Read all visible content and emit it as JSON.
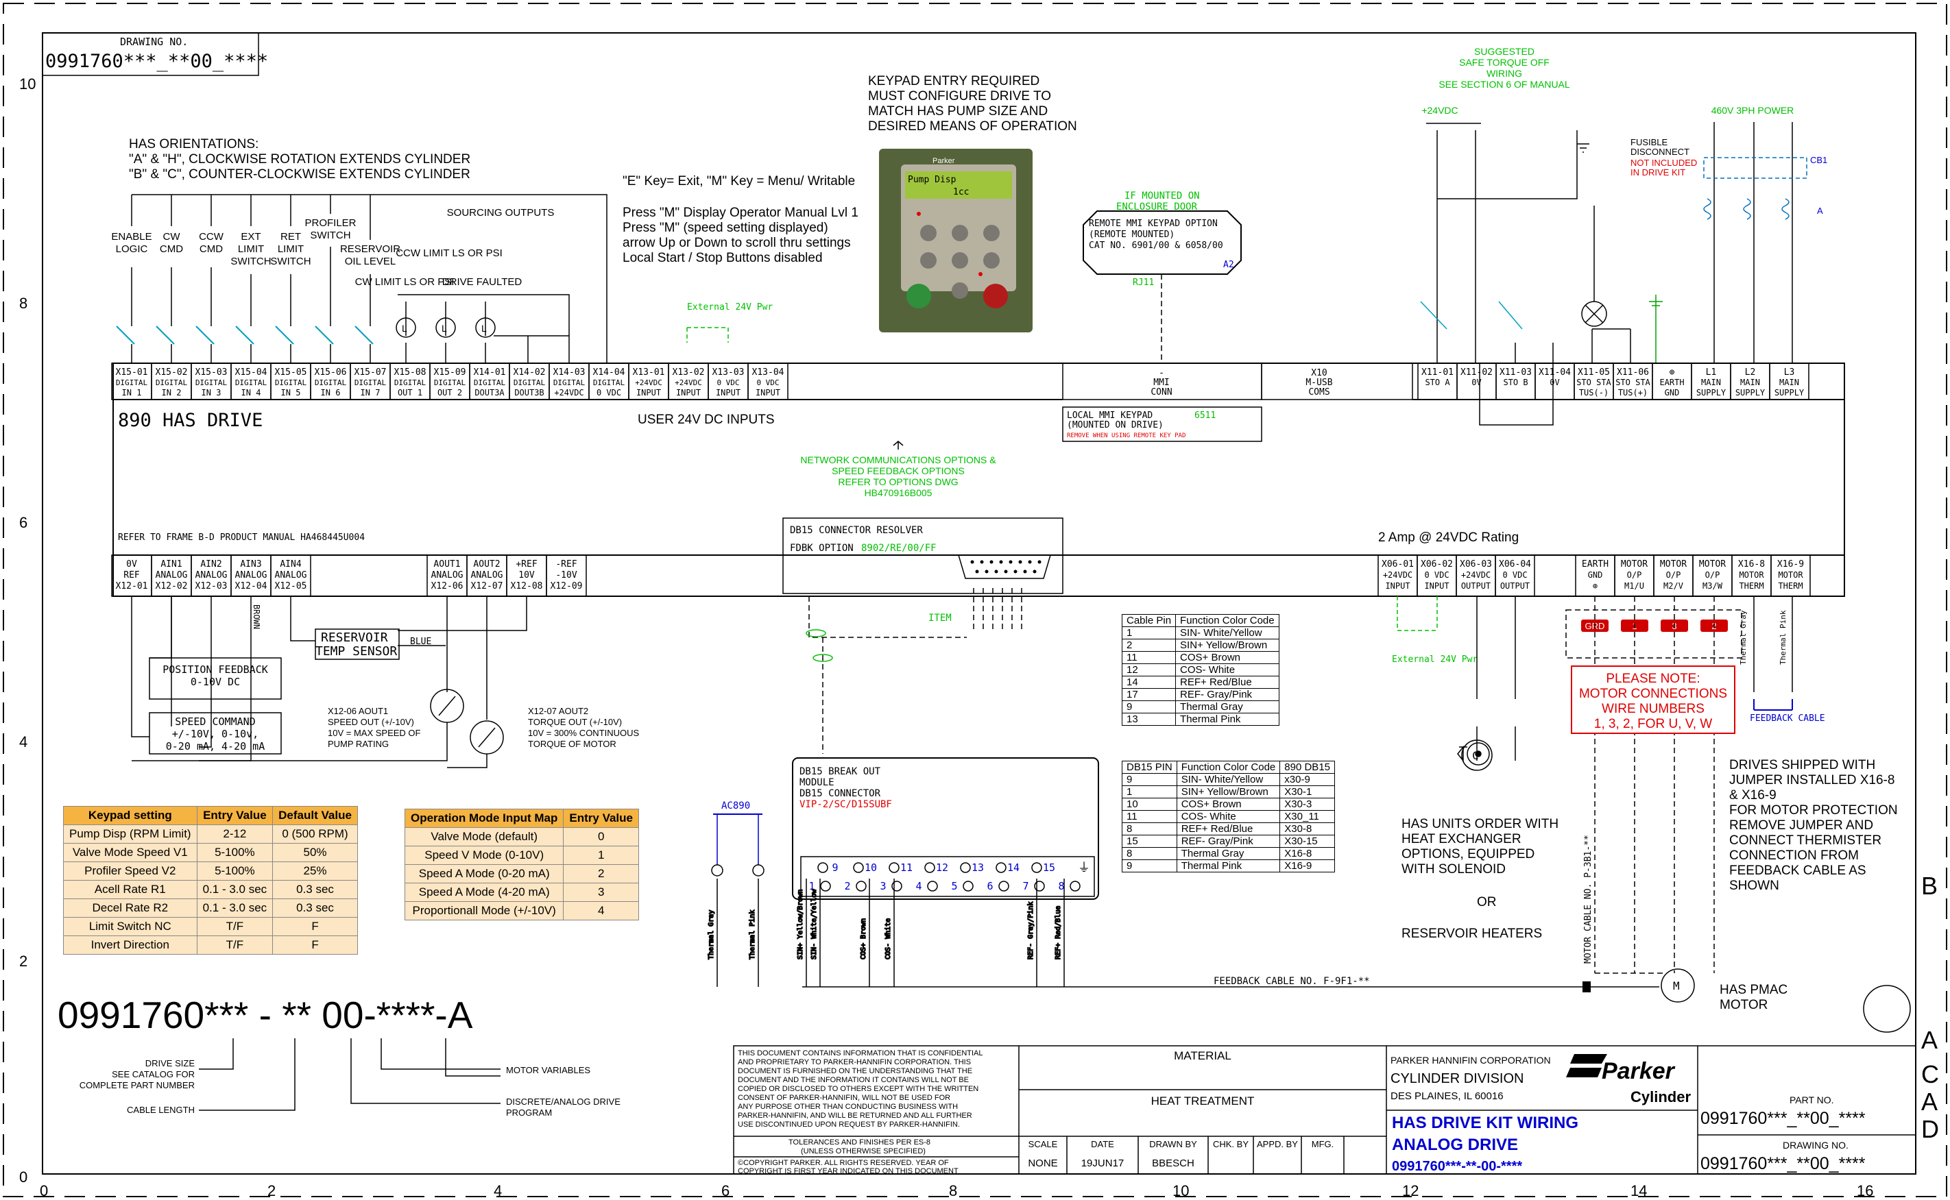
{
  "drawing_no_label": "DRAWING NO.",
  "drawing_no": "0991760***_**00_****",
  "grid_top": [
    "10",
    "8",
    "6",
    "4",
    "2",
    "0"
  ],
  "grid_bottom": [
    "0",
    "2",
    "4",
    "6",
    "8",
    "10",
    "12",
    "14",
    "16"
  ],
  "grid_right": [
    "B",
    "A",
    "C",
    "A",
    "D"
  ],
  "orientations": {
    "title": "HAS ORIENTATIONS:",
    "line1": "\"A\" & \"H\", CLOCKWISE ROTATION EXTENDS CYLINDER",
    "line2": "\"B\" & \"C\", COUNTER-CLOCKWISE EXTENDS CYLINDER"
  },
  "inputs_labels": [
    {
      "l1": "ENABLE",
      "l2": "LOGIC"
    },
    {
      "l1": "CW",
      "l2": "CMD"
    },
    {
      "l1": "CCW",
      "l2": "CMD"
    },
    {
      "l1": "EXT",
      "l2": "LIMIT",
      "l3": "SWITCH"
    },
    {
      "l1": "RET",
      "l2": "LIMIT",
      "l3": "SWITCH"
    },
    {
      "l1": "PROFILER",
      "l2": "SWITCH"
    },
    {
      "l1": "RESERVOIR",
      "l2": "OIL LEVEL"
    }
  ],
  "sourcing_outputs": "SOURCING OUTPUTS",
  "cw_limit": "CW LIMIT LS OR PSI",
  "ccw_limit": "CCW LIMIT LS OR PSI",
  "drive_faulted": "DRIVE FAULTED",
  "keypad_entry": {
    "l1": "KEYPAD ENTRY REQUIRED",
    "l2": "MUST CONFIGURE DRIVE TO",
    "l3": "MATCH HAS PUMP SIZE AND",
    "l4": "DESIRED MEANS OF OPERATION"
  },
  "keys_note": "\"E\" Key= Exit, \"M\" Key = Menu/ Writable",
  "press_notes": {
    "l1": "Press \"M\" Display Operator Manual Lvl 1",
    "l2": "Press \"M\"  (speed setting displayed)",
    "l3": "arrow Up or Down to scroll thru settings",
    "l4": "Local Start / Stop Buttons disabled"
  },
  "keypad_photo": {
    "brand": "Parker",
    "line1": "Pump Disp",
    "line2": "1cc"
  },
  "external_24v": "External 24V Pwr",
  "remote_mmi": {
    "heading1": "IF MOUNTED ON",
    "heading2": "ENCLOSURE DOOR",
    "l1": "REMOTE MMI KEYPAD OPTION",
    "l2": "(REMOTE MOUNTED)",
    "l3": "CAT NO. 6901/00 & 6058/00",
    "tag": "A2",
    "rj": "RJ11"
  },
  "suggested": {
    "l1": "SUGGESTED",
    "l2": "SAFE TORQUE OFF",
    "l3": "WIRING",
    "l4": "SEE SECTION 6 OF MANUAL"
  },
  "plus24": "+24VDC",
  "power": "460V 3PH POWER",
  "fusible": {
    "l1": "FUSIBLE",
    "l2": "DISCONNECT",
    "l3": "NOT INCLUDED",
    "l4": "IN DRIVE KIT",
    "cb": "CB1",
    "a": "A"
  },
  "top_terminals": [
    {
      "t": "X15-01",
      "a": "DIGITAL",
      "b": "IN 1"
    },
    {
      "t": "X15-02",
      "a": "DIGITAL",
      "b": "IN 2"
    },
    {
      "t": "X15-03",
      "a": "DIGITAL",
      "b": "IN 3"
    },
    {
      "t": "X15-04",
      "a": "DIGITAL",
      "b": "IN 4"
    },
    {
      "t": "X15-05",
      "a": "DIGITAL",
      "b": "IN 5"
    },
    {
      "t": "X15-06",
      "a": "DIGITAL",
      "b": "IN 6"
    },
    {
      "t": "X15-07",
      "a": "DIGITAL",
      "b": "IN 7"
    },
    {
      "t": "X15-08",
      "a": "DIGITAL",
      "b": "OUT 1"
    },
    {
      "t": "X15-09",
      "a": "DIGITAL",
      "b": "OUT 2"
    },
    {
      "t": "X14-01",
      "a": "DIGITAL",
      "b": "DOUT3A"
    },
    {
      "t": "X14-02",
      "a": "DIGITAL",
      "b": "DOUT3B"
    },
    {
      "t": "X14-03",
      "a": "DIGITAL",
      "b": "+24VDC"
    },
    {
      "t": "X14-04",
      "a": "DIGITAL",
      "b": "0 VDC"
    },
    {
      "t": "X13-01",
      "a": "+24VDC",
      "b": "INPUT"
    },
    {
      "t": "X13-02",
      "a": "+24VDC",
      "b": "INPUT"
    },
    {
      "t": "X13-03",
      "a": "0 VDC",
      "b": "INPUT"
    },
    {
      "t": "X13-04",
      "a": "0 VDC",
      "b": "INPUT"
    }
  ],
  "mmi_conn": {
    "t": "-",
    "a": "MMI",
    "b": "CONN"
  },
  "usb": {
    "t": "X10",
    "a": "M-USB",
    "b": "COMS"
  },
  "sto_terminals": [
    {
      "t": "X11-01",
      "a": "STO A"
    },
    {
      "t": "X11-02",
      "a": "0V"
    },
    {
      "t": "X11-03",
      "a": "STO B"
    },
    {
      "t": "X11-04",
      "a": "0V"
    },
    {
      "t": "X11-05",
      "a": "STO STA",
      "b": "TUS(-)"
    },
    {
      "t": "X11-06",
      "a": "STO STA",
      "b": "TUS(+)"
    },
    {
      "t": "⊕",
      "a": "EARTH",
      "b": "GND"
    },
    {
      "t": "L1",
      "a": "MAIN",
      "b": "SUPPLY"
    },
    {
      "t": "L2",
      "a": "MAIN",
      "b": "SUPPLY"
    },
    {
      "t": "L3",
      "a": "MAIN",
      "b": "SUPPLY"
    }
  ],
  "drive_name": "890 HAS DRIVE",
  "user_24v": "USER 24V DC INPUTS",
  "local_mmi": {
    "l1": "LOCAL MMI KEYPAD",
    "l2": "(MOUNTED ON DRIVE)",
    "l3": "REMOVE WHEN USING REMOTE KEY PAD",
    "tag": "6511"
  },
  "network": {
    "l1": "NETWORK COMMUNICATIONS OPTIONS &",
    "l2": "SPEED FEEDBACK OPTIONS",
    "l3": "REFER TO OPTIONS DWG",
    "l4": "HB470916B005"
  },
  "refer_frame": "REFER TO FRAME B-D PRODUCT MANUAL HA468445U004",
  "db15_resolver": {
    "l1": "DB15 CONNECTOR RESOLVER",
    "l2": "FDBK OPTION",
    "l3": "8902/RE/00/FF"
  },
  "rating": "2 Amp @ 24VDC Rating",
  "bottom_terminals": [
    {
      "a": "0V",
      "b": "REF",
      "t": "X12-01"
    },
    {
      "a": "AIN1",
      "b": "ANALOG",
      "t": "X12-02"
    },
    {
      "a": "AIN2",
      "b": "ANALOG",
      "t": "X12-03"
    },
    {
      "a": "AIN3",
      "b": "ANALOG",
      "t": "X12-04"
    },
    {
      "a": "AIN4",
      "b": "ANALOG",
      "t": "X12-05"
    },
    {
      "a": "AOUT1",
      "b": "ANALOG",
      "t": "X12-06"
    },
    {
      "a": "AOUT2",
      "b": "ANALOG",
      "t": "X12-07"
    },
    {
      "a": "+REF",
      "b": "10V",
      "t": "X12-08"
    },
    {
      "a": "-REF",
      "b": "-10V",
      "t": "X12-09"
    }
  ],
  "x06_terminals": [
    {
      "t": "X06-01",
      "a": "+24VDC",
      "b": "INPUT"
    },
    {
      "t": "X06-02",
      "a": "0 VDC",
      "b": "INPUT"
    },
    {
      "t": "X06-03",
      "a": "+24VDC",
      "b": "OUTPUT"
    },
    {
      "t": "X06-04",
      "a": "0 VDC",
      "b": "OUTPUT"
    }
  ],
  "motor_terminals": [
    {
      "t": "EARTH",
      "a": "GND",
      "b": "⊕"
    },
    {
      "t": "MOTOR",
      "a": "O/P",
      "b": "M1/U"
    },
    {
      "t": "MOTOR",
      "a": "O/P",
      "b": "M2/V"
    },
    {
      "t": "MOTOR",
      "a": "O/P",
      "b": "M3/W"
    },
    {
      "t": "X16-8",
      "a": "MOTOR",
      "b": "THERM"
    },
    {
      "t": "X16-9",
      "a": "MOTOR",
      "b": "THERM"
    }
  ],
  "motor_tags": [
    "GRD",
    "1",
    "3",
    "2"
  ],
  "please_note": {
    "l1": "PLEASE NOTE:",
    "l2": "MOTOR CONNECTIONS",
    "l3": "WIRE NUMBERS",
    "l4": "1, 3, 2, FOR U, V, W"
  },
  "thermal_gray": "Thermal Gray",
  "thermal_pink": "Thermal Pink",
  "feedback_cable": "FEEDBACK CABLE",
  "brown": "BROWN",
  "blue": "BLUE",
  "reservoir_sensor": {
    "l1": "RESERVOIR",
    "l2": "TEMP SENSOR"
  },
  "position_feedback": {
    "l1": "POSITION FEEDBACK",
    "l2": "0-10V DC"
  },
  "speed_command": {
    "l1": "SPEED COMMAND",
    "l2": "+/-10V, 0-10v,",
    "l3": "0-20 mA, 4-20 mA"
  },
  "aout1_note": {
    "l1": "X12-06 AOUT1",
    "l2": "SPEED OUT (+/-10V)",
    "l3": "10V = MAX SPEED OF",
    "l4": "PUMP RATING"
  },
  "aout2_note": {
    "l1": "X12-07 AOUT2",
    "l2": "TORQUE OUT (+/-10V)",
    "l3": "10V = 300% CONTINUOUS",
    "l4": "TORQUE OF MOTOR"
  },
  "item": "ITEM",
  "keypad_table": {
    "headers": [
      "Keypad setting",
      "Entry Value",
      "Default Value"
    ],
    "rows": [
      [
        "Pump Disp (RPM Limit)",
        "2-12",
        "0 (500 RPM)"
      ],
      [
        "Valve Mode Speed V1",
        "5-100%",
        "50%"
      ],
      [
        "Profiler Speed V2",
        "5-100%",
        "25%"
      ],
      [
        "Acell Rate R1",
        "0.1 - 3.0 sec",
        "0.3 sec"
      ],
      [
        "Decel Rate R2",
        "0.1 - 3.0 sec",
        "0.3 sec"
      ],
      [
        "Limit Switch NC",
        "T/F",
        "F"
      ],
      [
        "Invert Direction",
        "T/F",
        "F"
      ]
    ]
  },
  "mode_table": {
    "headers": [
      "Operation Mode Input Map",
      "Entry Value"
    ],
    "rows": [
      [
        "Valve Mode (default)",
        "0"
      ],
      [
        "Speed V Mode (0-10V)",
        "1"
      ],
      [
        "Speed A Mode (0-20 mA)",
        "2"
      ],
      [
        "Speed A Mode (4-20 mA)",
        "3"
      ],
      [
        "Proportionall Mode (+/-10V)",
        "4"
      ]
    ]
  },
  "ac890": "AC890",
  "breakout": {
    "l1": "DB15 BREAK OUT",
    "l2": "MODULE",
    "l3": "DB15 CONNECTOR",
    "l4": "VIP-2/SC/D15SUBF"
  },
  "breakout_top_pins": [
    "9",
    "10",
    "11",
    "12",
    "13",
    "14",
    "15"
  ],
  "breakout_bottom_pins": [
    "1",
    "2",
    "3",
    "4",
    "5",
    "6",
    "7",
    "8"
  ],
  "wire_labels": [
    "Thermal Gray",
    "Thermal Pink",
    "SIN+ Yellow/Brown",
    "SIN- White/Yellow",
    "COS+ Brown",
    "COS- White",
    "REF- Gray/Pink",
    "REF+ Red/Blue"
  ],
  "cable_table": {
    "headers": [
      "Cable Pin",
      "Function Color Code"
    ],
    "rows": [
      [
        "1",
        "SIN- White/Yellow"
      ],
      [
        "2",
        "SIN+ Yellow/Brown"
      ],
      [
        "11",
        "COS+ Brown"
      ],
      [
        "12",
        "COS- White"
      ],
      [
        "14",
        "REF+ Red/Blue"
      ],
      [
        "17",
        "REF- Gray/Pink"
      ],
      [
        "9",
        "Thermal Gray"
      ],
      [
        "13",
        "Thermal Pink"
      ]
    ]
  },
  "db15_table": {
    "headers": [
      "DB15 PIN",
      "Function Color Code",
      "890 DB15"
    ],
    "rows": [
      [
        "9",
        "SIN- White/Yellow",
        "x30-9"
      ],
      [
        "1",
        "SIN+ Yellow/Brown",
        "X30-1"
      ],
      [
        "10",
        "COS+ Brown",
        "X30-3"
      ],
      [
        "11",
        "COS- White",
        "X30_11"
      ],
      [
        "8",
        "REF+ Red/Blue",
        "X30-8"
      ],
      [
        "15",
        "REF- Gray/Pink",
        "X30-15"
      ],
      [
        "8",
        "Thermal Gray",
        "X16-8"
      ],
      [
        "9",
        "Thermal Pink",
        "X16-9"
      ]
    ]
  },
  "heat_exchanger": {
    "l1": "HAS UNITS ORDER WITH",
    "l2": "HEAT EXCHANGER",
    "l3": "OPTIONS, EQUIPPED",
    "l4": "WITH SOLENOID",
    "or": "OR",
    "l5": "RESERVOIR HEATERS"
  },
  "jumper_note": {
    "l1": "DRIVES SHIPPED WITH",
    "l2": "JUMPER INSTALLED X16-8",
    "l3": "& X16-9",
    "l4": "FOR MOTOR PROTECTION",
    "l5": "REMOVE JUMPER AND",
    "l6": "CONNECT THERMISTER",
    "l7": "CONNECTION FROM",
    "l8": "FEEDBACK CABLE AS",
    "l9": "SHOWN"
  },
  "motor_cable": "MOTOR CABLE NO. P-3B1-**",
  "feedback_cable_no": "FEEDBACK CABLE NO. F-9F1-**",
  "motor_label": {
    "l1": "HAS PMAC",
    "l2": "MOTOR",
    "m": "M"
  },
  "part_number": "0991760*** - ** 00-****-A",
  "pn_labels": {
    "drive_size": "DRIVE SIZE",
    "see_catalog": "SEE CATALOG FOR",
    "complete": "COMPLETE PART NUMBER",
    "cable_length": "CABLE LENGTH",
    "motor_vars": "MOTOR VARIABLES",
    "discrete": "DISCRETE/ANALOG DRIVE",
    "program": "PROGRAM"
  },
  "title_block": {
    "confidential": [
      "THIS DOCUMENT CONTAINS INFORMATION THAT IS CONFIDENTIAL",
      "AND PROPRIETARY TO PARKER-HANNIFIN CORPORATION.  THIS",
      "DOCUMENT IS FURNISHED ON THE UNDERSTANDING THAT THE",
      "DOCUMENT AND THE INFORMATION IT CONTAINS WILL NOT BE",
      "COPIED OR DISCLOSED TO OTHERS EXCEPT WITH THE WRITTEN",
      "CONSENT OF PARKER-HANNIFIN, WILL NOT BE USED FOR",
      "ANY PURPOSE OTHER THAN CONDUCTING BUSINESS WITH",
      "PARKER-HANNIFIN, AND WILL BE RETURNED AND ALL FURTHER",
      "USE DISCONTINUED UPON REQUEST BY PARKER-HANNIFIN."
    ],
    "tolerances": "TOLERANCES AND FINISHES PER ES-8",
    "unless": "(UNLESS OTHERWISE SPECIFIED)",
    "copyright1": "©COPYRIGHT PARKER.  ALL RIGHTS RESERVED.  YEAR OF",
    "copyright2": "COPYRIGHT IS FIRST YEAR INDICATED ON THIS DOCUMENT",
    "material": "MATERIAL",
    "heat_treatment": "HEAT TREATMENT",
    "scale_label": "SCALE",
    "scale": "NONE",
    "date_label": "DATE",
    "date": "19JUN17",
    "drawn_label": "DRAWN BY",
    "drawn": "BBESCH",
    "chk_label": "CHK. BY",
    "appd_label": "APPD. BY",
    "mfg_label": "MFG.",
    "company": "PARKER HANNIFIN CORPORATION",
    "division": "CYLINDER  DIVISION",
    "city": "DES PLAINES, IL   60016",
    "logo_top": "Parker",
    "logo_bottom": "Cylinder",
    "title1": "HAS DRIVE KIT WIRING",
    "title2": "ANALOG DRIVE",
    "title3": "0991760***-**-00-****",
    "part_no_label": "PART NO.",
    "part_no": "0991760***_**00_****",
    "drawing_no_label": "DRAWING NO.",
    "drawing_no": "0991760***_**00_****"
  },
  "colors": {
    "green": "#00c000",
    "red": "#e00000",
    "blue": "#0000d0",
    "orange_header": "#f5b342",
    "orange_cell": "#fde6c3"
  }
}
